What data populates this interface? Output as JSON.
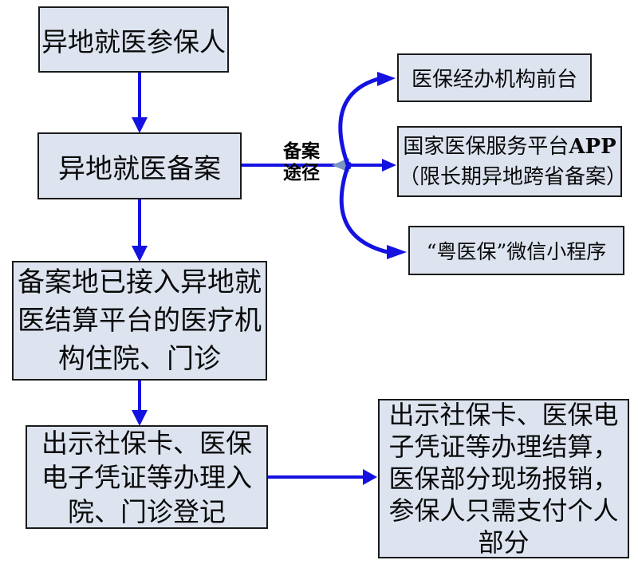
{
  "diagram": {
    "title_hint": "异地就医备案流程图",
    "style": {
      "background": "#ffffff",
      "node_fill": "#dde4f0",
      "node_border": "#1b1b1b",
      "arrow_color": "#1412e0",
      "junction_arrowhead_color": "#7b94c1",
      "text_color": "#0a0a0a"
    },
    "nodes": {
      "participant": {
        "text": "异地就医参保人"
      },
      "filing": {
        "text": "异地就医备案"
      },
      "platform": {
        "text": "备案地已接入异地就\n医结算平台的医疗机\n构住院、门诊"
      },
      "registration": {
        "text": "出示社保卡、医保\n电子凭证等办理入\n院、门诊登记"
      },
      "settlement": {
        "text": "出示社保卡、医保电\n子凭证等办理结算，\n医保部分现场报销，\n参保人只需支付个人\n部分"
      },
      "channel_front_desk": {
        "text": "医保经办机构前台"
      },
      "channel_app": {
        "line1_cn": "国家医保服务平台",
        "line1_en": "APP",
        "line2": "（限长期异地跨省备案）"
      },
      "channel_wechat": {
        "text": "“粤医保”微信小程序"
      }
    },
    "labels": {
      "filing_channels": "备案\n途径"
    }
  }
}
